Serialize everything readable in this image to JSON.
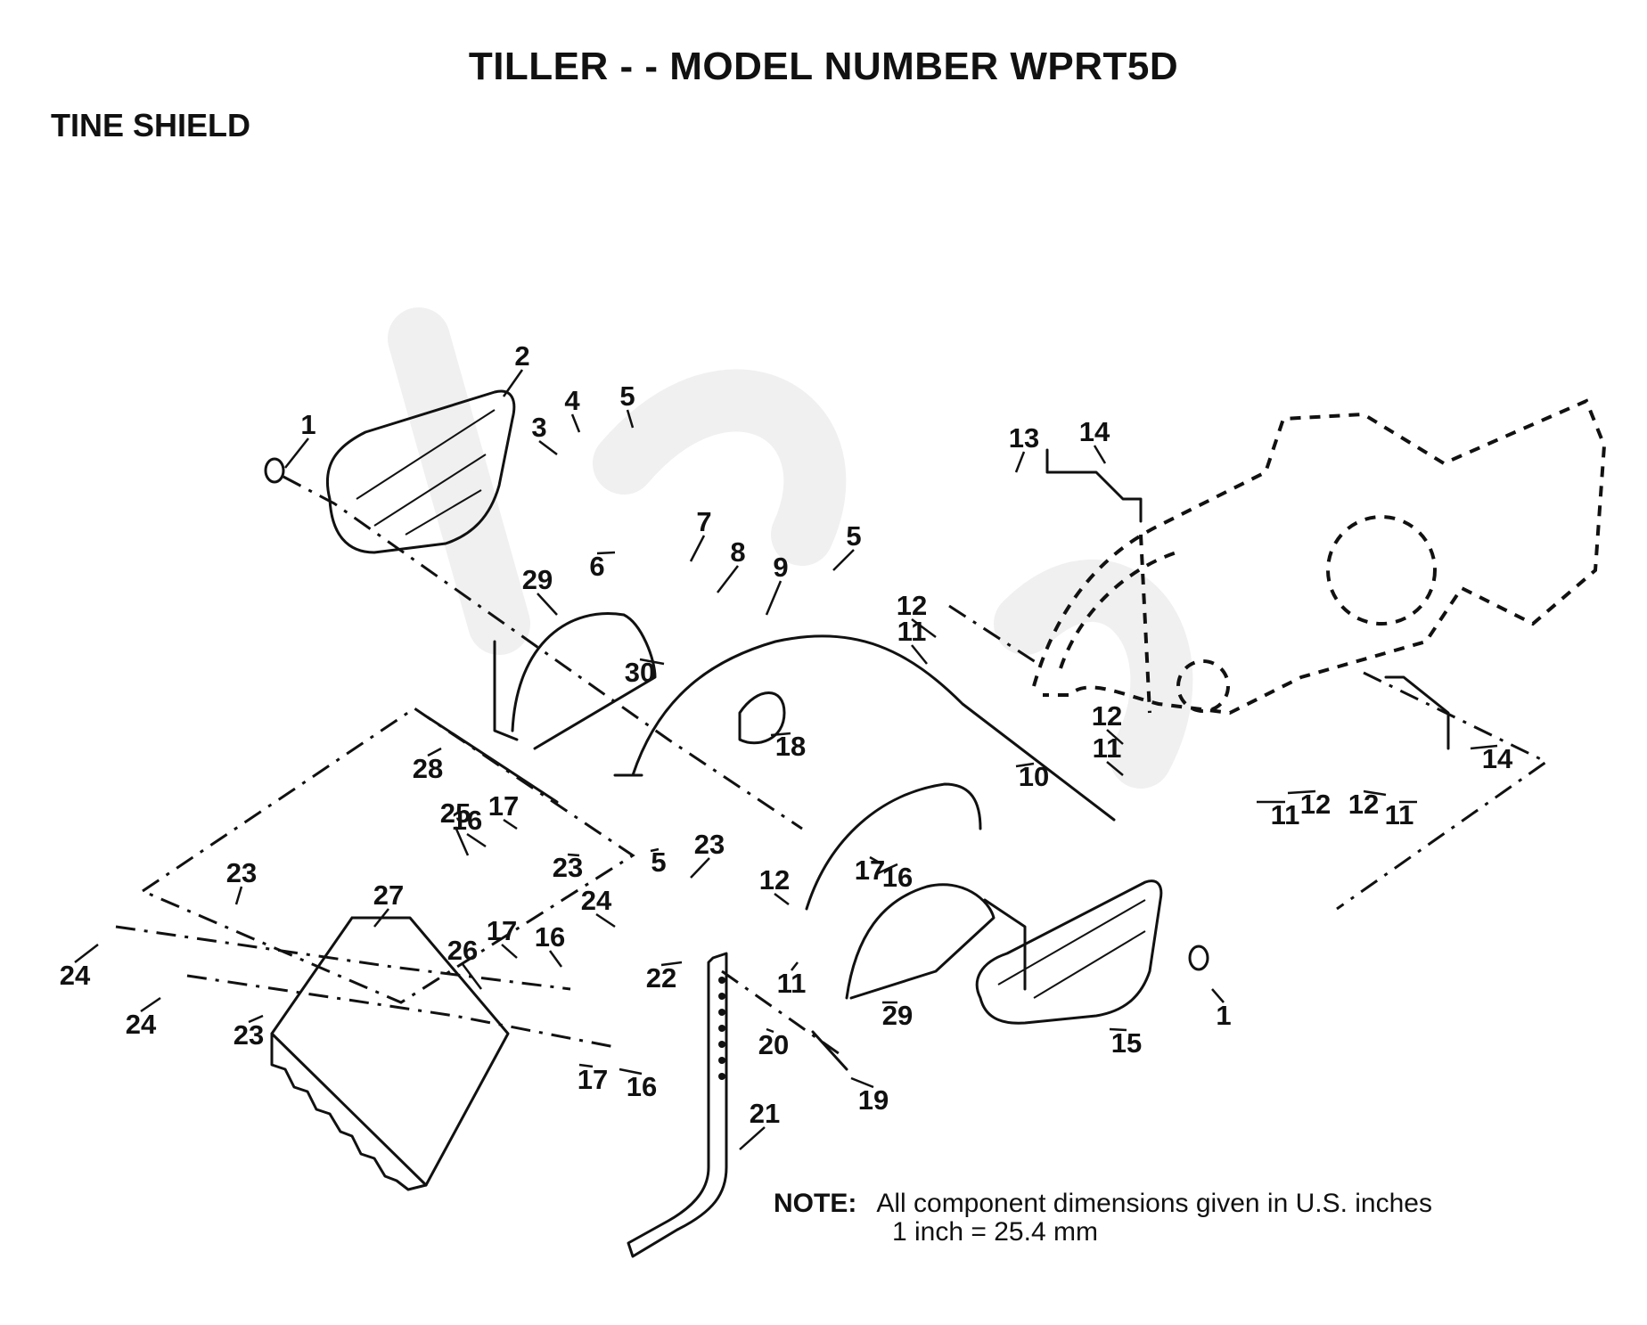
{
  "header": {
    "title": "TILLER - - MODEL NUMBER WPRT5D",
    "section": "TINE SHIELD"
  },
  "note": {
    "label": "NOTE:",
    "line1": "All component dimensions given in U.S. inches",
    "line2": "1 inch = 25.4 mm"
  },
  "callouts": [
    {
      "id": "c1a",
      "text": "1"
    },
    {
      "id": "c2",
      "text": "2"
    },
    {
      "id": "c3",
      "text": "3"
    },
    {
      "id": "c4",
      "text": "4"
    },
    {
      "id": "c5a",
      "text": "5"
    },
    {
      "id": "c5b",
      "text": "5"
    },
    {
      "id": "c5c",
      "text": "5"
    },
    {
      "id": "c6",
      "text": "6"
    },
    {
      "id": "c7",
      "text": "7"
    },
    {
      "id": "c8",
      "text": "8"
    },
    {
      "id": "c9",
      "text": "9"
    },
    {
      "id": "c10",
      "text": "10"
    },
    {
      "id": "c11a",
      "text": "11"
    },
    {
      "id": "c11b",
      "text": "11"
    },
    {
      "id": "c11c",
      "text": "11"
    },
    {
      "id": "c11d",
      "text": "11"
    },
    {
      "id": "c11e",
      "text": "11"
    },
    {
      "id": "c12a",
      "text": "12"
    },
    {
      "id": "c12b",
      "text": "12"
    },
    {
      "id": "c12c",
      "text": "12"
    },
    {
      "id": "c12d",
      "text": "12"
    },
    {
      "id": "c12e",
      "text": "12"
    },
    {
      "id": "c13",
      "text": "13"
    },
    {
      "id": "c14a",
      "text": "14"
    },
    {
      "id": "c14b",
      "text": "14"
    },
    {
      "id": "c15",
      "text": "15"
    },
    {
      "id": "c16a",
      "text": "16"
    },
    {
      "id": "c16b",
      "text": "16"
    },
    {
      "id": "c16c",
      "text": "16"
    },
    {
      "id": "c16d",
      "text": "16"
    },
    {
      "id": "c17a",
      "text": "17"
    },
    {
      "id": "c17b",
      "text": "17"
    },
    {
      "id": "c17c",
      "text": "17"
    },
    {
      "id": "c17d",
      "text": "17"
    },
    {
      "id": "c18",
      "text": "18"
    },
    {
      "id": "c19",
      "text": "19"
    },
    {
      "id": "c20",
      "text": "20"
    },
    {
      "id": "c21",
      "text": "21"
    },
    {
      "id": "c22",
      "text": "22"
    },
    {
      "id": "c23a",
      "text": "23"
    },
    {
      "id": "c23b",
      "text": "23"
    },
    {
      "id": "c23c",
      "text": "23"
    },
    {
      "id": "c23d",
      "text": "23"
    },
    {
      "id": "c24a",
      "text": "24"
    },
    {
      "id": "c24b",
      "text": "24"
    },
    {
      "id": "c24c",
      "text": "24"
    },
    {
      "id": "c25",
      "text": "25"
    },
    {
      "id": "c26",
      "text": "26"
    },
    {
      "id": "c27",
      "text": "27"
    },
    {
      "id": "c28",
      "text": "28"
    },
    {
      "id": "c29a",
      "text": "29"
    },
    {
      "id": "c29b",
      "text": "29"
    },
    {
      "id": "c30",
      "text": "30"
    },
    {
      "id": "c1b",
      "text": "1"
    }
  ]
}
